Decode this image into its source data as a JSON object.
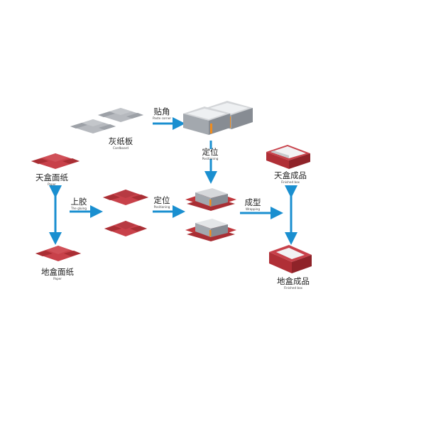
{
  "labels": {
    "cardboard": {
      "zh": "灰纸板",
      "en": "Cardboard"
    },
    "paste_corner": {
      "zh": "贴角",
      "en": "Paste corner"
    },
    "positioning_top": {
      "zh": "定位",
      "en": "Positioning"
    },
    "lid_paper": {
      "zh": "天盒面纸",
      "en": "Paper"
    },
    "gluing": {
      "zh": "上胶",
      "en": "The gluing"
    },
    "positioning_mid": {
      "zh": "定位",
      "en": "Positioning"
    },
    "wrapping": {
      "zh": "成型",
      "en": "Wrapping"
    },
    "lid_finished": {
      "zh": "天盒成品",
      "en": "Finished box"
    },
    "base_paper": {
      "zh": "地盒面纸",
      "en": "Paper"
    },
    "base_finished": {
      "zh": "地盒成品",
      "en": "Finished box"
    }
  },
  "colors": {
    "arrow": "#1a8fd0",
    "paper_red": "#c0373c",
    "cardboard_grey": "#a9adb3",
    "box_grey": "#9ea3a9",
    "tape_orange": "#f08c1e"
  }
}
